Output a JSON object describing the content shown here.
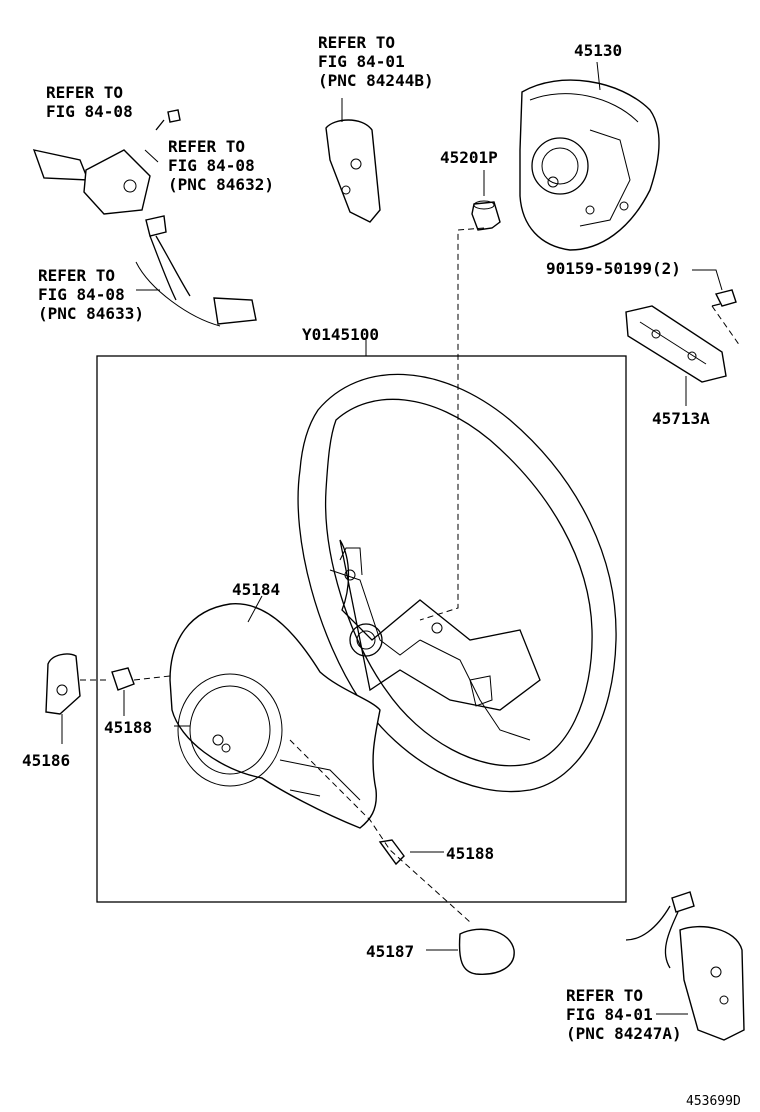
{
  "labels": {
    "ref_84_08_a": [
      "REFER TO",
      "FIG 84-08"
    ],
    "ref_84_08_pnc84632": [
      "REFER TO",
      "FIG 84-08",
      "(PNC 84632)"
    ],
    "ref_84_08_pnc84633": [
      "REFER TO",
      "FIG 84-08",
      "(PNC 84633)"
    ],
    "ref_84_01_pnc84244b": [
      "REFER TO",
      "FIG 84-01",
      "(PNC 84244B)"
    ],
    "ref_84_01_pnc84247a": [
      "REFER TO",
      "FIG 84-01",
      "(PNC 84247A)"
    ],
    "p45130": "45130",
    "p45201p": "45201P",
    "p90159": "90159-50199(2)",
    "p45713a": "45713A",
    "y0145100": "Y0145100",
    "p45184": "45184",
    "p45186": "45186",
    "p45188_left": "45188",
    "p45188_bottom": "45188",
    "p45187": "45187",
    "figure_id": "453699D"
  }
}
